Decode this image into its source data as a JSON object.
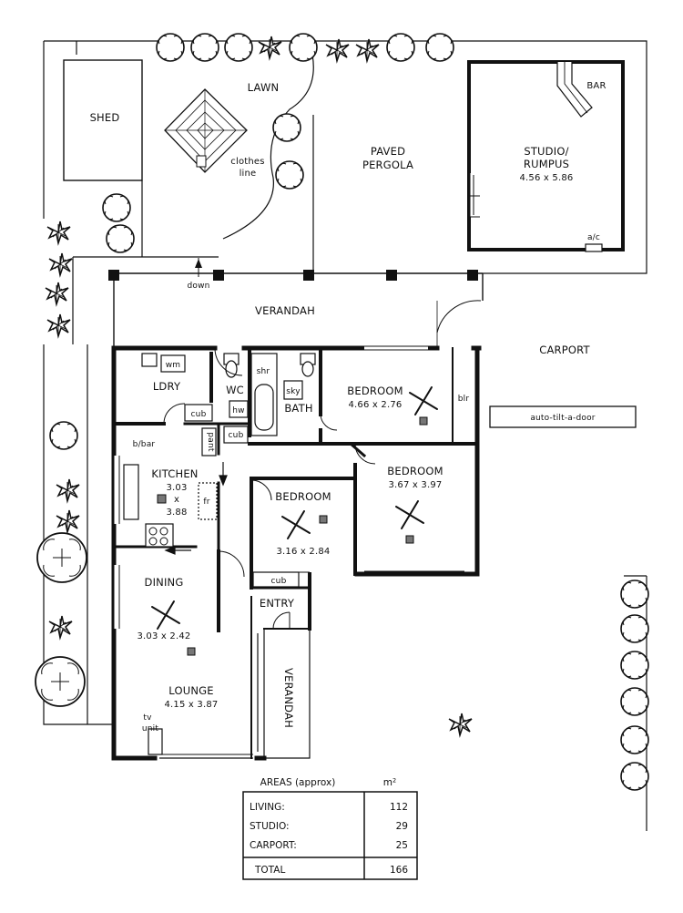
{
  "rooms": {
    "shed": "SHED",
    "lawn": "LAWN",
    "clothes_line_1": "clothes",
    "clothes_line_2": "line",
    "paved_pergola_1": "PAVED",
    "paved_pergola_2": "PERGOLA",
    "studio_1": "STUDIO/",
    "studio_2": "RUMPUS",
    "studio_dims": "4.56 x 5.86",
    "bar": "BAR",
    "ac": "a/c",
    "down": "down",
    "verandah_top": "VERANDAH",
    "carport": "CARPORT",
    "garage_door": "auto-tilt-a-door",
    "laundry": "LDRY",
    "wm": "wm",
    "wc": "WC",
    "hw": "hw",
    "shr": "shr",
    "sky": "sky",
    "bath": "BATH",
    "cub": "cub",
    "pantry": "pant",
    "bbar": "b/bar",
    "kitchen": "KITCHEN",
    "kitchen_d1": "3.03",
    "kitchen_d2": "x",
    "kitchen_d3": "3.88",
    "fr": "fr",
    "bed1": "BEDROOM",
    "bed1_dims": "4.66 x 2.76",
    "blr": "blr",
    "bed2": "BEDROOM",
    "bed2_dims": "3.67 x 3.97",
    "bed3": "BEDROOM",
    "bed3_dims": "3.16 x 2.84",
    "dining": "DINING",
    "dining_dims": "3.03 x 2.42",
    "entry": "ENTRY",
    "lounge": "LOUNGE",
    "lounge_dims": "4.15 x 3.87",
    "tv_1": "tv",
    "tv_2": "unit",
    "verandah_side": "VERANDAH"
  },
  "areas": {
    "title": "AREAS (approx)",
    "unit": "m²",
    "rows": [
      {
        "label": "LIVING:",
        "value": "112"
      },
      {
        "label": "STUDIO:",
        "value": "29"
      },
      {
        "label": "CARPORT:",
        "value": "25"
      }
    ],
    "total_label": "TOTAL",
    "total_value": "166"
  }
}
